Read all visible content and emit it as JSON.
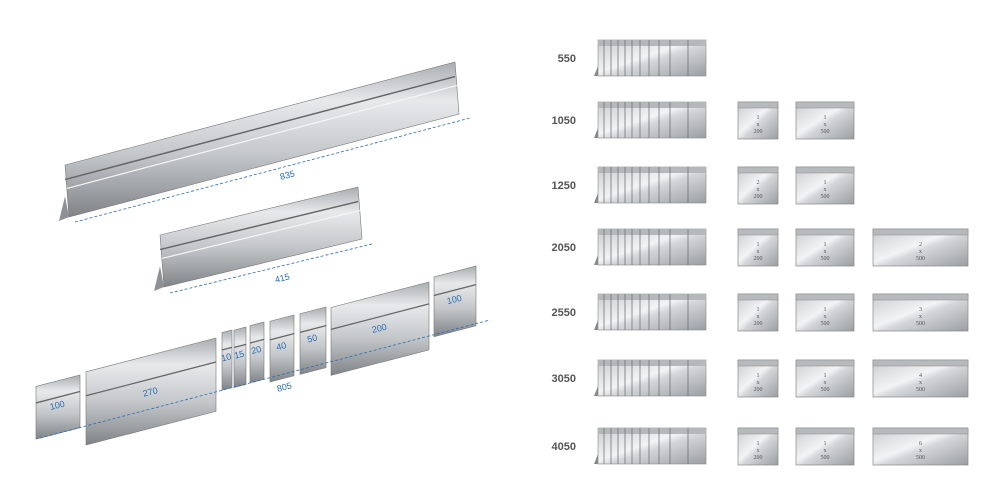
{
  "left_diagram": {
    "bars": [
      {
        "name": "segment-835",
        "label": "835"
      },
      {
        "name": "segment-415",
        "label": "415"
      }
    ],
    "sectioned_total": "805",
    "sections": [
      "100",
      "270",
      "10",
      "15",
      "20",
      "40",
      "50",
      "200",
      "100"
    ]
  },
  "right_table": {
    "rows": [
      {
        "length": "550",
        "boxes": []
      },
      {
        "length": "1050",
        "boxes": [
          {
            "count": "1",
            "x": "x",
            "size": "200"
          },
          {
            "count": "1",
            "x": "x",
            "size": "500"
          }
        ]
      },
      {
        "length": "1250",
        "boxes": [
          {
            "count": "2",
            "x": "x",
            "size": "200"
          },
          {
            "count": "1",
            "x": "x",
            "size": "500"
          }
        ]
      },
      {
        "length": "2050",
        "boxes": [
          {
            "count": "1",
            "x": "x",
            "size": "200"
          },
          {
            "count": "1",
            "x": "x",
            "size": "500"
          },
          {
            "count": "2",
            "x": "x",
            "size": "500"
          }
        ]
      },
      {
        "length": "2550",
        "boxes": [
          {
            "count": "1",
            "x": "x",
            "size": "200"
          },
          {
            "count": "1",
            "x": "x",
            "size": "500"
          },
          {
            "count": "3",
            "x": "x",
            "size": "500"
          }
        ]
      },
      {
        "length": "3050",
        "boxes": [
          {
            "count": "1",
            "x": "x",
            "size": "200"
          },
          {
            "count": "1",
            "x": "x",
            "size": "500"
          },
          {
            "count": "4",
            "x": "x",
            "size": "500"
          }
        ]
      },
      {
        "length": "4050",
        "boxes": [
          {
            "count": "1",
            "x": "x",
            "size": "200"
          },
          {
            "count": "1",
            "x": "x",
            "size": "500"
          },
          {
            "count": "6",
            "x": "x",
            "size": "500"
          }
        ]
      }
    ]
  },
  "colors": {
    "steel_light": "#e6e8ea",
    "steel_dark": "#8e9296",
    "dimension": "#2a6db5"
  }
}
